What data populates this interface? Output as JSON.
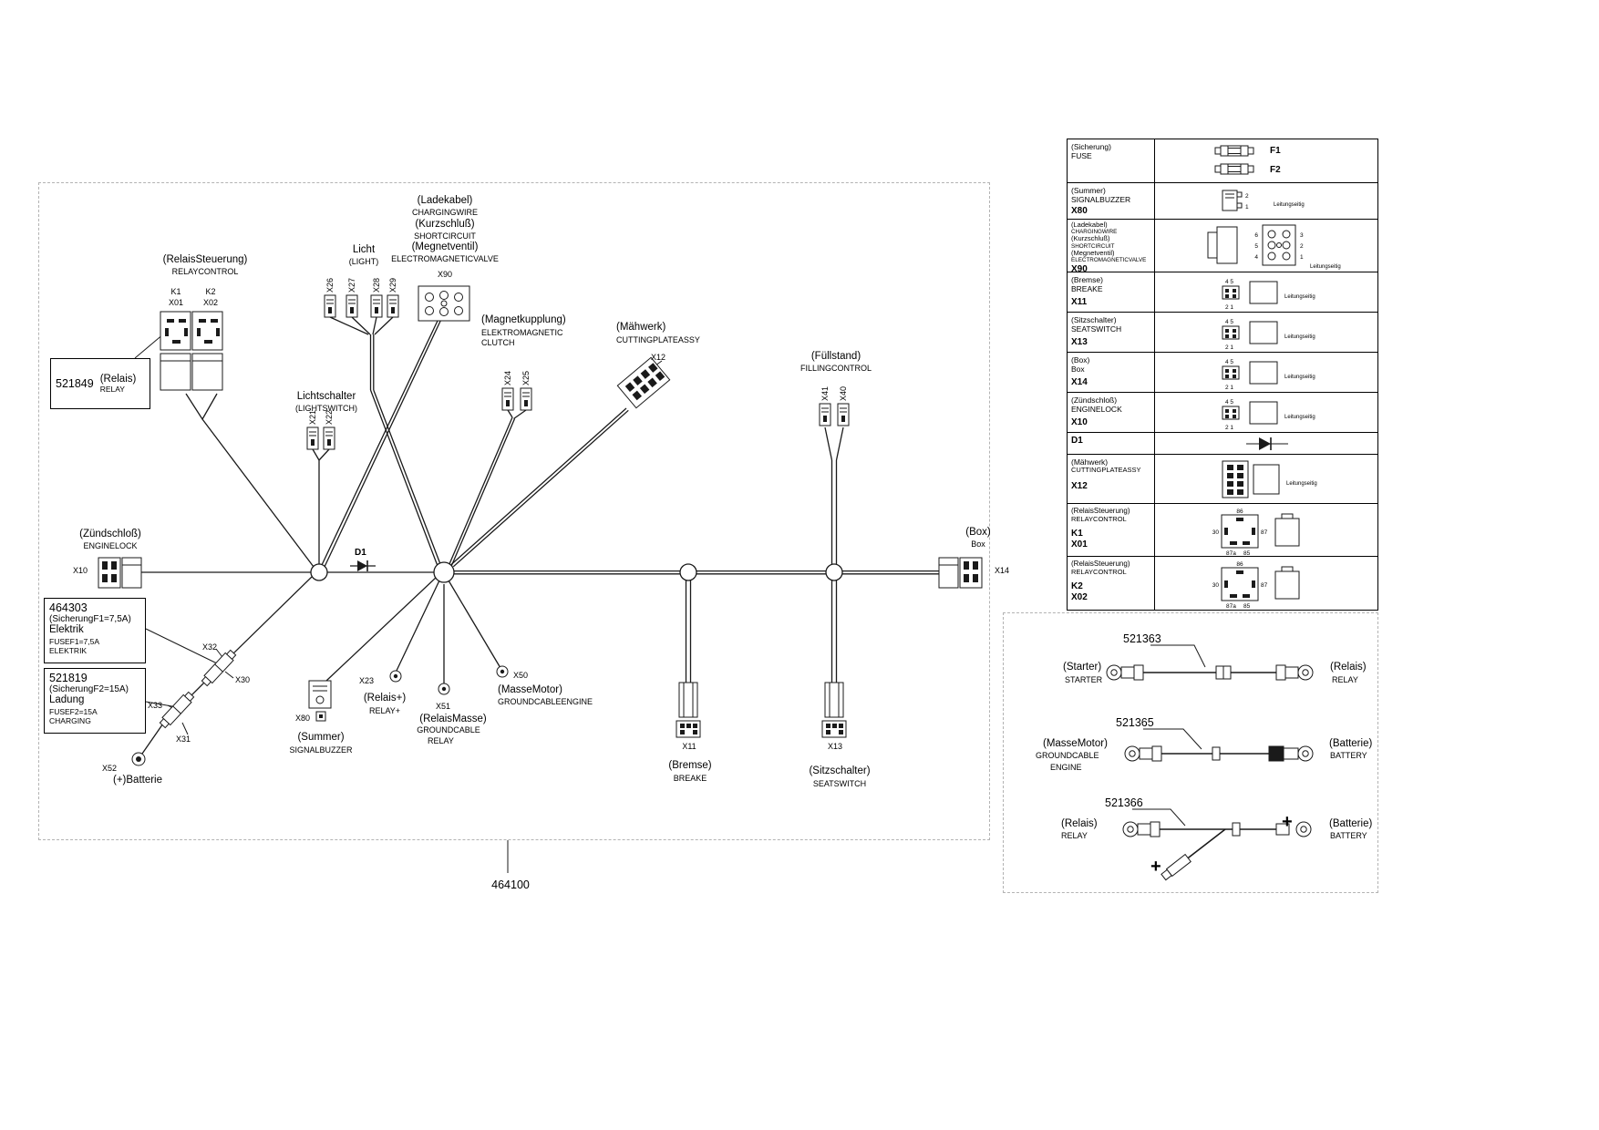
{
  "main": {
    "part_number": "464100",
    "relaycontrol": {
      "de": "(RelaisSteuerung)",
      "en": "RELAYCONTROL",
      "k1": "K1",
      "x01": "X01",
      "k2": "K2",
      "x02": "X02"
    },
    "relay_box": {
      "part": "521849",
      "de": "(Relais)",
      "en": "RELAY"
    },
    "light": {
      "de": "Licht",
      "en": "(LIGHT)",
      "x26": "X26",
      "x27": "X27",
      "x28": "X28",
      "x29": "X29"
    },
    "charging": {
      "l1": "(Ladekabel)",
      "l2": "CHARGINGWIRE",
      "l3": "(Kurzschluß)",
      "l4": "SHORTCIRCUIT",
      "l5": "(Megnetventil)",
      "l6": "ELECTROMAGNETICVALVE",
      "x": "X90"
    },
    "clutch": {
      "l1": "(Magnetkupplung)",
      "l2": "ELEKTROMAGNETIC",
      "l3": "CLUTCH",
      "x24": "X24",
      "x25": "X25"
    },
    "cutting": {
      "de": "(Mähwerk)",
      "en": "CUTTINGPLATEASSY",
      "x": "X12"
    },
    "filling": {
      "de": "(Füllstand)",
      "en": "FILLINGCONTROL",
      "x41": "X41",
      "x40": "X40"
    },
    "lightswitch": {
      "de": "Lichtschalter",
      "en": "(LIGHTSWITCH)",
      "x21": "X21",
      "x22": "X22"
    },
    "enginelock": {
      "de": "(Zündschloß)",
      "en": "ENGINELOCK",
      "x": "X10"
    },
    "diode": "D1",
    "box": {
      "de": "(Box)",
      "en": "Box",
      "x": "X14"
    },
    "fuse1_box": {
      "part": "464303",
      "l2": "(SicherungF1=7,5A)",
      "l3": "Elektrik",
      "l4": "FUSEF1=7,5A",
      "l5": "ELEKTRIK"
    },
    "fuse2_box": {
      "part": "521819",
      "l2": "(SicherungF2=15A)",
      "l3": "Ladung",
      "l4": "FUSEF2=15A",
      "l5": "CHARGING"
    },
    "x32": "X32",
    "x30": "X30",
    "x33": "X33",
    "x31": "X31",
    "battery": {
      "x": "X52",
      "label": "(+)Batterie"
    },
    "buzzer": {
      "x": "X80",
      "de": "(Summer)",
      "en": "SIGNALBUZZER"
    },
    "relay_plus": {
      "x": "X23",
      "de": "(Relais+)",
      "en": "RELAY+"
    },
    "relay_ground": {
      "x": "X51",
      "l1": "(RelaisMasse)",
      "l2": "GROUNDCABLE",
      "l3": "RELAY"
    },
    "engine_ground": {
      "x": "X50",
      "de": "(MasseMotor)",
      "en": "GROUNDCABLEENGINE"
    },
    "brake": {
      "x": "X11",
      "de": "(Bremse)",
      "en": "BREAKE"
    },
    "seat": {
      "x": "X13",
      "de": "(Sitzschalter)",
      "en": "SEATSWITCH"
    }
  },
  "legend": {
    "note": "Leitungseitig",
    "rows": [
      {
        "l1": "(Sicherung)",
        "l2": "FUSE",
        "f1": "F1",
        "f2": "F2"
      },
      {
        "l1": "(Summer)",
        "l2": "SIGNALBUZZER",
        "x": "X80",
        "p2": "2",
        "p1": "1"
      },
      {
        "l1": "(Ladekabel)",
        "l2": "CHARGINGWIRE",
        "l3": "(Kurzschluß)",
        "l4": "SHORTCIRCUIT",
        "l5": "(Megnetventil)",
        "l6": "ELECTROMAGNETICVALVE",
        "x": "X90",
        "p6": "6",
        "p5": "5",
        "p4": "4",
        "p3": "3",
        "p2": "2",
        "p1": "1"
      },
      {
        "l1": "(Bremse)",
        "l2": "BREAKE",
        "x": "X11",
        "pt": "4 5",
        "pb": "2 1"
      },
      {
        "l1": "(Sitzschalter)",
        "l2": "SEATSWITCH",
        "x": "X13",
        "pt": "4 5",
        "pb": "2 1"
      },
      {
        "l1": "(Box)",
        "l2": "Box",
        "x": "X14",
        "pt": "4 5",
        "pb": "2 1"
      },
      {
        "l1": "(Zündschloß)",
        "l2": "ENGINELOCK",
        "x": "X10",
        "pt": "4 5",
        "pb": "2 1"
      },
      {
        "l1": "D1"
      },
      {
        "l1": "(Mähwerk)",
        "l2": "CUTTINGPLATEASSY",
        "x": "X12"
      },
      {
        "l1": "(RelaisSteuerung)",
        "l2": "RELAYCONTROL",
        "k": "K1",
        "x": "X01",
        "p86": "86",
        "p30": "30",
        "p87": "87",
        "p87a": "87a",
        "p85": "85"
      },
      {
        "l1": "(RelaisSteuerung)",
        "l2": "RELAYCONTROL",
        "k": "K2",
        "x": "X02",
        "p86": "86",
        "p30": "30",
        "p87": "87",
        "p87a": "87a",
        "p85": "85"
      }
    ]
  },
  "cables": [
    {
      "part": "521363",
      "left1": "(Starter)",
      "left2": "STARTER",
      "right1": "(Relais)",
      "right2": "RELAY"
    },
    {
      "part": "521365",
      "left1": "(MasseMotor)",
      "left2": "GROUNDCABLE",
      "left3": "ENGINE",
      "right1": "(Batterie)",
      "right2": "BATTERY"
    },
    {
      "part": "521366",
      "left1": "(Relais)",
      "left2": "RELAY",
      "right1": "(Batterie)",
      "right2": "BATTERY",
      "plus": "+"
    }
  ]
}
